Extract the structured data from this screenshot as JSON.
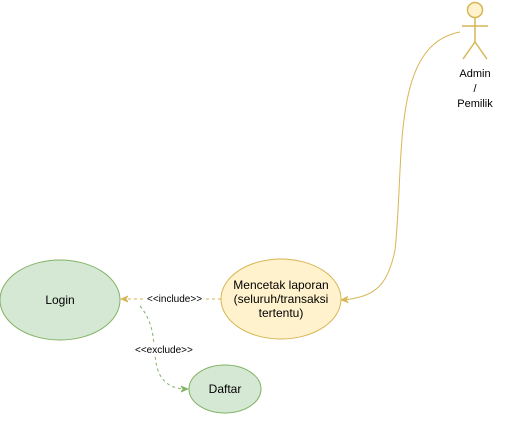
{
  "actor": {
    "name_lines": [
      "Admin",
      "/",
      "Pemilik"
    ]
  },
  "use_cases": {
    "login": "Login",
    "mencetak": "Mencetak laporan (seluruh/transaksi tertentu)",
    "daftar": "Daftar"
  },
  "relations": {
    "include": "<<include>>",
    "exclude": "<<exclude>>"
  },
  "colors": {
    "actor_fill": "#fff2cc",
    "actor_stroke": "#d6b656",
    "yellow_fill": "#fff2cc",
    "yellow_stroke": "#d6b656",
    "green_fill": "#d5e8d4",
    "green_stroke": "#82b366"
  }
}
